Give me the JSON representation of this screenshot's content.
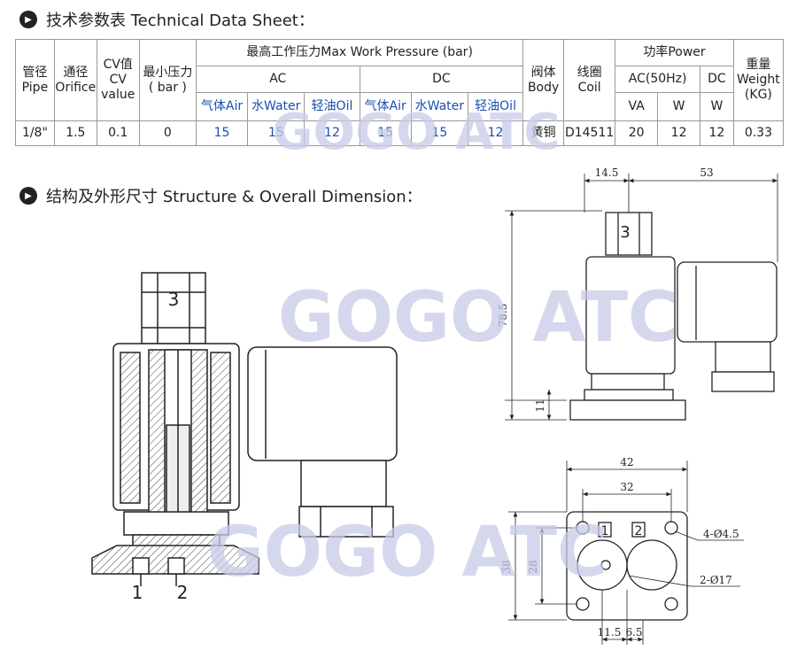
{
  "sections": {
    "technical_title": "技术参数表 Technical Data Sheet：",
    "structure_title": "结构及外形尺寸 Structure & Overall Dimension："
  },
  "table": {
    "pipe_cn": "管径",
    "pipe_en": "Pipe",
    "orifice_cn": "通径",
    "orifice_en": "Orifice",
    "cv_1": "CV值",
    "cv_2": "CV",
    "cv_3": "value",
    "minp_cn": "最小压力",
    "minp_en": "( bar )",
    "maxp": "最高工作压力Max Work Pressure (bar)",
    "ac": "AC",
    "dc": "DC",
    "air": "气体Air",
    "water": "水Water",
    "oil": "轻油Oil",
    "body_cn": "阀体",
    "body_en": "Body",
    "coil_cn": "线圈",
    "coil_en": "Coil",
    "power": "功率Power",
    "ac50": "AC(50Hz)",
    "dc_power": "DC",
    "va": "VA",
    "w1": "W",
    "w2": "W",
    "weight_cn": "重量",
    "weight_en": "Weight",
    "weight_unit": "(KG)",
    "row": {
      "pipe": "1/8\"",
      "orifice": "1.5",
      "cv": "0.1",
      "minp": "0",
      "ac_air": "15",
      "ac_water": "15",
      "ac_oil": "12",
      "dc_air": "15",
      "dc_water": "15",
      "dc_oil": "12",
      "body": "黄铜",
      "coil": "D14511",
      "va": "20",
      "w_ac": "12",
      "w_dc": "12",
      "weight": "0.33"
    }
  },
  "watermark": "GOGO ATC",
  "drawing": {
    "port_3": "3",
    "port_1": "1",
    "port_2": "2",
    "dim_14_5": "14.5",
    "dim_53": "53",
    "dim_78_5": "78.5",
    "dim_11": "11",
    "dim_42": "42",
    "dim_32": "32",
    "dim_38": "38",
    "dim_28": "28",
    "dim_holes": "4-Ø4.5",
    "dim_ports": "2-Ø17",
    "dim_11_5": "11.5",
    "dim_6_5": "6.5"
  },
  "colors": {
    "accent_text": "#1a4fb0",
    "watermark": "#c8cce8"
  }
}
